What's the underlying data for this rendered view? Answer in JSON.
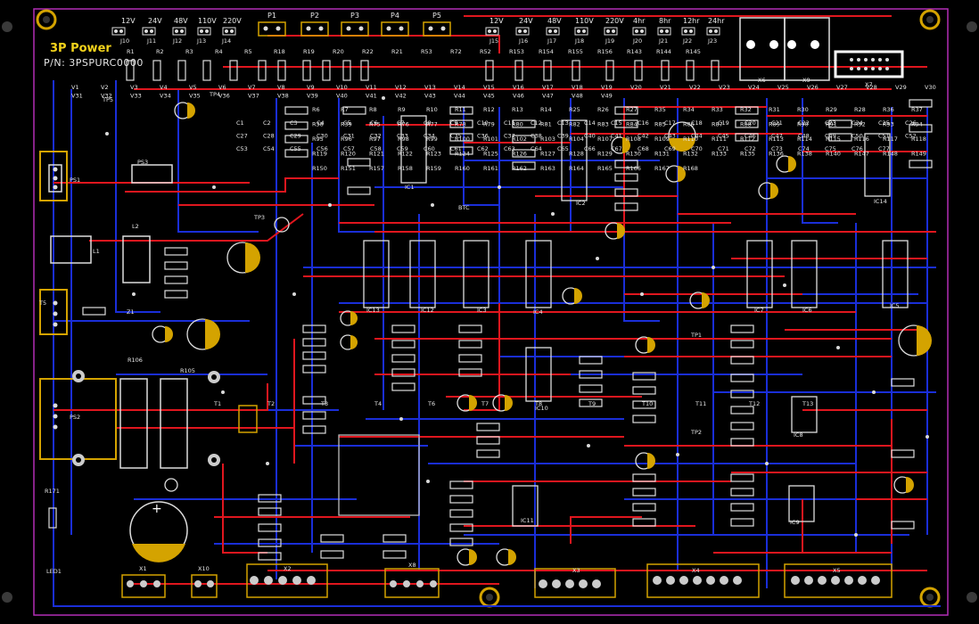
{
  "board": {
    "title": "3P Power",
    "part_number": "P/N: 3PSPURC0000",
    "top_voltage_labels_left": [
      "12V",
      "24V",
      "48V",
      "110V",
      "220V"
    ],
    "top_jumpers_left": [
      "J10",
      "J11",
      "J12",
      "J13",
      "J14"
    ],
    "top_ports": [
      "P1",
      "P2",
      "P3",
      "P4",
      "P5"
    ],
    "top_voltage_labels_right": [
      "12V",
      "24V",
      "48V",
      "110V",
      "220V",
      "4hr",
      "8hr",
      "12hr",
      "24hr"
    ],
    "top_jumpers_right": [
      "J15",
      "J16",
      "J17",
      "J18",
      "J19",
      "J20",
      "J21",
      "J22",
      "J23"
    ],
    "connectors": [
      "PS1",
      "PS2",
      "T5",
      "X1",
      "X10",
      "X2",
      "X8",
      "X3",
      "X4",
      "X5",
      "X6",
      "X9",
      "X7"
    ],
    "ics": [
      "IC13",
      "IC12",
      "IC3",
      "IC4",
      "IC7",
      "IC6",
      "IC5",
      "IC10",
      "IC11",
      "IC9",
      "IC8",
      "IC14",
      "IC1",
      "IC2"
    ],
    "misc_labels": [
      "PS3",
      "L1",
      "L2",
      "Z1",
      "TP1",
      "TP2",
      "TP3",
      "TP4",
      "TP5",
      "LED1",
      "R106",
      "R105",
      "R171",
      "BTC"
    ],
    "resistors": [
      "R1",
      "R2",
      "R3",
      "R4",
      "R5",
      "R18",
      "R19",
      "R20",
      "R22",
      "R21",
      "R53",
      "R72",
      "R52",
      "R153",
      "R154",
      "R155",
      "R156",
      "R143",
      "R144",
      "R145",
      "R6",
      "R7",
      "R8",
      "R9",
      "R10",
      "R11",
      "R12",
      "R13",
      "R14",
      "R25",
      "R26",
      "R27",
      "R35",
      "R34",
      "R33",
      "R32",
      "R31",
      "R30",
      "R29",
      "R28",
      "R36",
      "R37",
      "R38",
      "R39",
      "R75",
      "R76",
      "R77",
      "R78",
      "R79",
      "R80",
      "R81",
      "R82",
      "R83",
      "R84",
      "R85",
      "R86",
      "R87",
      "R88",
      "R89",
      "R90",
      "R91",
      "R92",
      "R93",
      "R94",
      "R95",
      "R96",
      "R97",
      "R98",
      "R99",
      "R100",
      "R101",
      "R102",
      "R103",
      "R104",
      "R107",
      "R108",
      "R109",
      "R110",
      "R111",
      "R112",
      "R113",
      "R114",
      "R115",
      "R116",
      "R117",
      "R118",
      "R119",
      "R120",
      "R121",
      "R122",
      "R123",
      "R124",
      "R125",
      "R126",
      "R127",
      "R128",
      "R129",
      "R130",
      "R131",
      "R132",
      "R133",
      "R135",
      "R136",
      "R138",
      "R140",
      "R147",
      "R148",
      "R149",
      "R150",
      "R151",
      "R157",
      "R158",
      "R159",
      "R160",
      "R161",
      "R162",
      "R163",
      "R164",
      "R165",
      "R166",
      "R167",
      "R168"
    ],
    "capacitors": [
      "C1",
      "C2",
      "C3",
      "C4",
      "C5",
      "C6",
      "C7",
      "C8",
      "C9",
      "C10",
      "C11",
      "C12",
      "C13",
      "C14",
      "C15",
      "C16",
      "C17",
      "C18",
      "C19",
      "C20",
      "C21",
      "C22",
      "C23",
      "C24",
      "C25",
      "C26",
      "C27",
      "C28",
      "C29",
      "C30",
      "C31",
      "C32",
      "C33",
      "C34",
      "C35",
      "C36",
      "C37",
      "C38",
      "C39",
      "C40",
      "C41",
      "C42",
      "C43",
      "C44",
      "C45",
      "C46",
      "C47",
      "C48",
      "C49",
      "C50",
      "C51",
      "C52",
      "C53",
      "C54",
      "C55",
      "C56",
      "C57",
      "C58",
      "C59",
      "C60",
      "C61",
      "C62",
      "C63",
      "C64",
      "C65",
      "C66",
      "C67",
      "C68",
      "C69",
      "C70",
      "C71",
      "C72",
      "C73",
      "C74",
      "C75",
      "C76",
      "C77"
    ],
    "diodes": [
      "V1",
      "V2",
      "V3",
      "V4",
      "V5",
      "V6",
      "V7",
      "V8",
      "V9",
      "V10",
      "V11",
      "V12",
      "V13",
      "V14",
      "V15",
      "V16",
      "V17",
      "V18",
      "V19",
      "V20",
      "V21",
      "V22",
      "V23",
      "V24",
      "V25",
      "V26",
      "V27",
      "V28",
      "V29",
      "V30",
      "V31",
      "V32",
      "V33",
      "V34",
      "V35",
      "V36",
      "V37",
      "V38",
      "V39",
      "V40",
      "V41",
      "V42",
      "V43",
      "V44",
      "V45",
      "V46",
      "V47",
      "V48",
      "V49"
    ],
    "transistors": [
      "T1",
      "T2",
      "T3",
      "T4",
      "T6",
      "T7",
      "T8",
      "T9",
      "T10",
      "T11",
      "T12",
      "T13"
    ],
    "colors": {
      "background": "#000000",
      "top_trace": "#e0161e",
      "bottom_trace": "#1a2ed8",
      "silk": "#e8e8e8",
      "pad": "#d9d9d9",
      "gold": "#d4a300",
      "outline": "#b22db5"
    }
  }
}
